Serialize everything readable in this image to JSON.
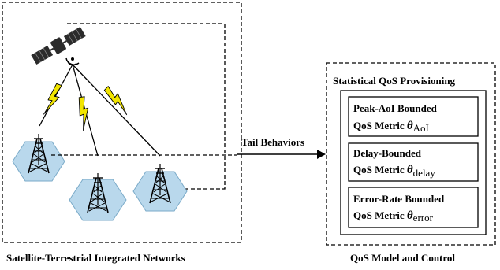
{
  "left_panel": {
    "caption": "Satellite-Terrestrial Integrated Networks"
  },
  "connector": {
    "label": "Tail Behaviors"
  },
  "right_panel": {
    "title": "Statistical QoS Provisioning",
    "caption": "QoS Model and Control",
    "metrics": [
      {
        "line1": "Peak-AoI Bounded",
        "line2_prefix": "QoS Metric ",
        "symbol": "θ",
        "subscript": "AoI"
      },
      {
        "line1": "Delay-Bounded",
        "line2_prefix": "QoS Metric ",
        "symbol": "θ",
        "subscript": "delay"
      },
      {
        "line1": "Error-Rate Bounded",
        "line2_prefix": "QoS Metric ",
        "symbol": "θ",
        "subscript": "error"
      }
    ]
  },
  "icons": [
    "satellite-icon",
    "lightning-icon",
    "cell-tower-icon"
  ],
  "colors": {
    "hexagon_fill": "#b9d8ec",
    "hexagon_stroke": "#7aaac8",
    "lightning_fill": "#f2e500",
    "satellite_body": "#2b2b2b"
  }
}
